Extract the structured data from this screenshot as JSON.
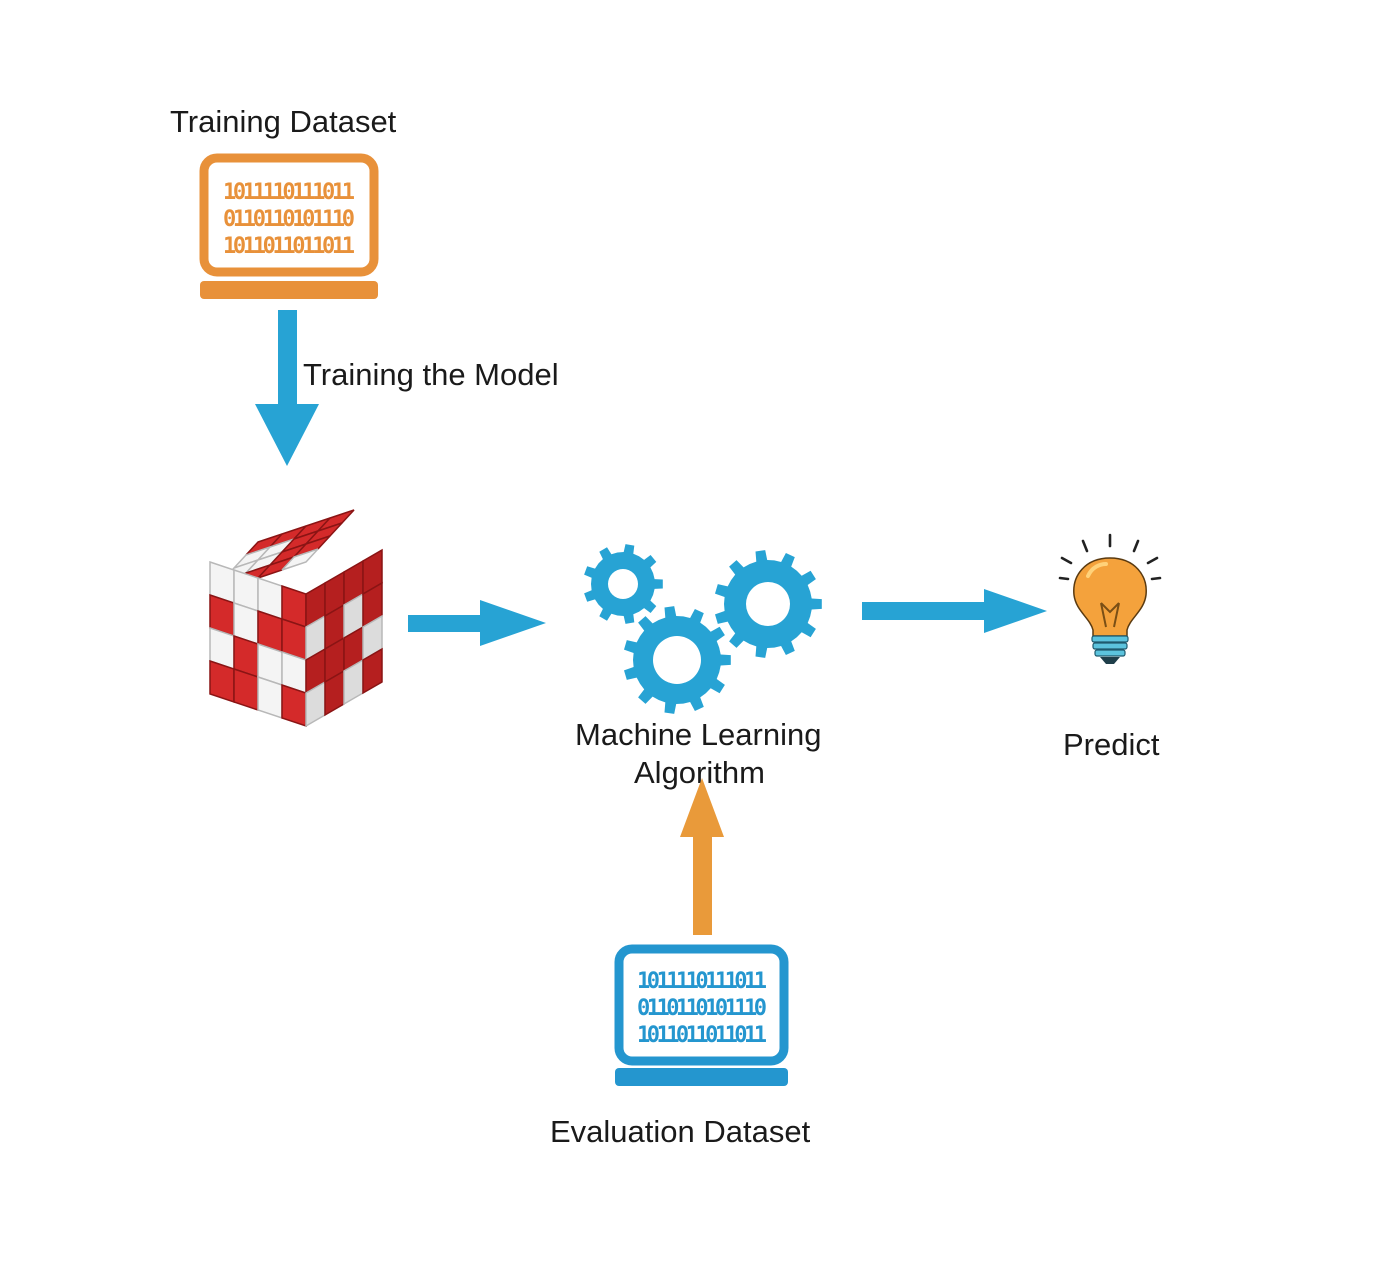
{
  "training_dataset": {
    "title": "Training Dataset",
    "binary_lines": [
      "1011110111011",
      "0110110101110",
      "1011011011011"
    ],
    "color": "#e8913a"
  },
  "training_arrow_label": "Training the Model",
  "ml_algorithm": {
    "label_line1": "Machine Learning",
    "label_line2": "Algorithm",
    "gear_color": "#27a3d4"
  },
  "predict": {
    "label": "Predict",
    "bulb_color": "#f4a23c"
  },
  "evaluation_dataset": {
    "title": "Evaluation Dataset",
    "binary_lines": [
      "1011110111011",
      "0110110101110",
      "1011011011011"
    ],
    "color": "#2496cf"
  },
  "colors": {
    "flow_arrow": "#27a3d4",
    "eval_arrow": "#e99a3a",
    "cube_red": "#d42a2a",
    "cube_white": "#f4f4f4"
  }
}
